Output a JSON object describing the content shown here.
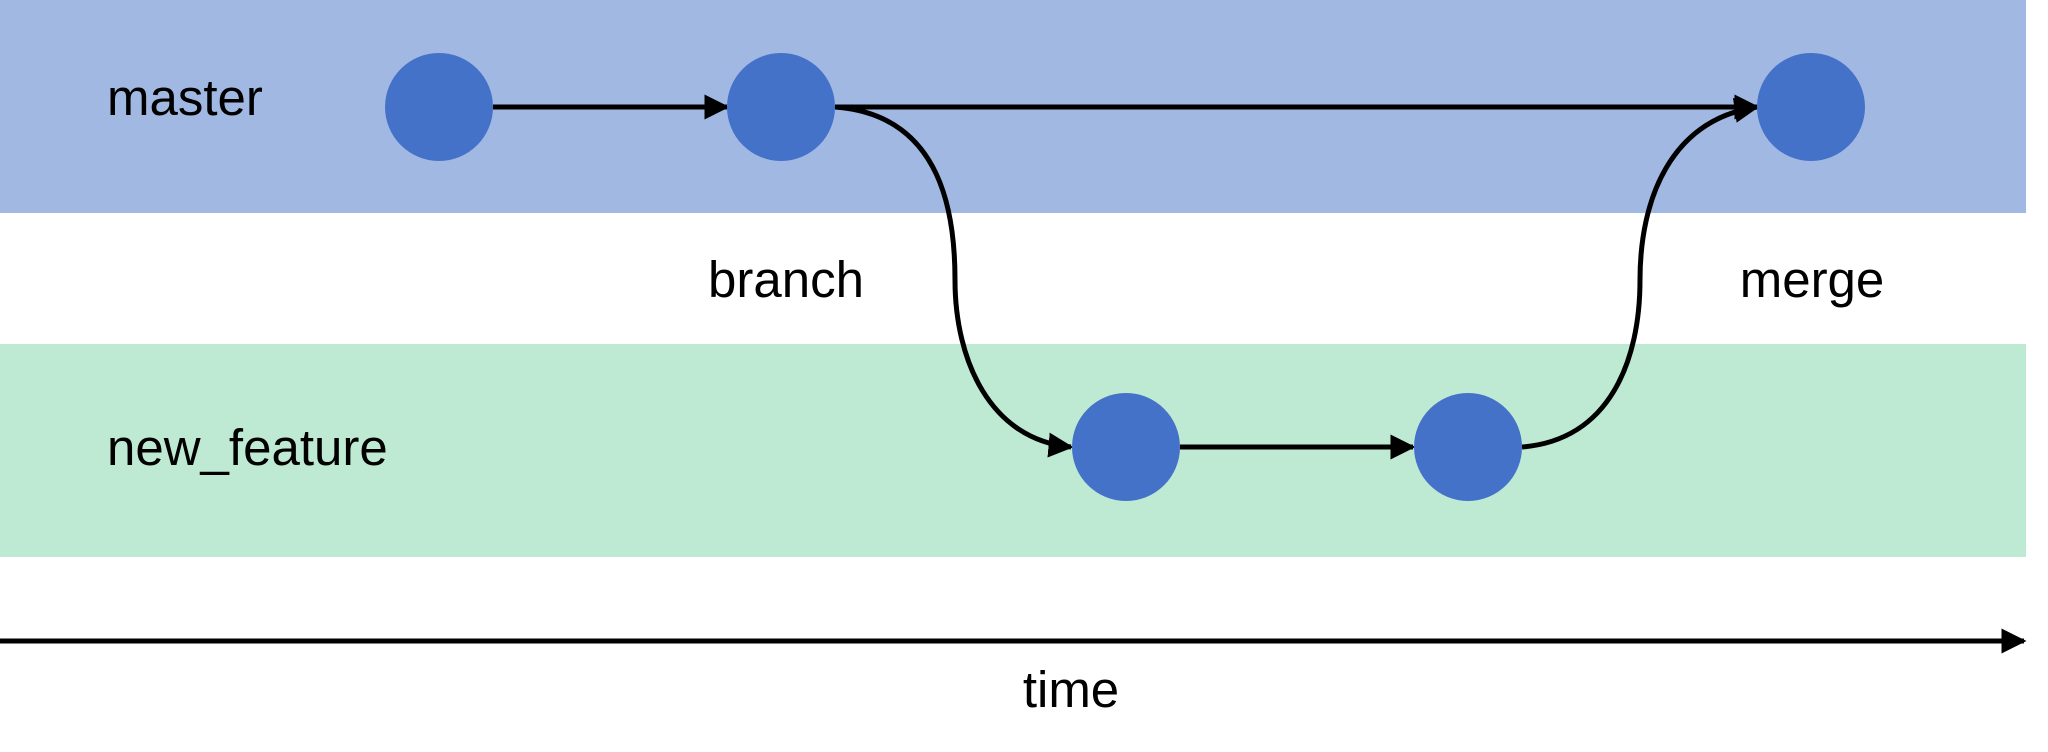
{
  "lanes": [
    {
      "id": "master",
      "label": "master",
      "color": "#a1b8e2"
    },
    {
      "id": "new_feature",
      "label": "new_feature",
      "color": "#beead4"
    }
  ],
  "annotations": {
    "branch": "branch",
    "merge": "merge"
  },
  "axis": {
    "label": "time"
  },
  "colors": {
    "commit": "#4472c8",
    "edge": "#000000"
  }
}
